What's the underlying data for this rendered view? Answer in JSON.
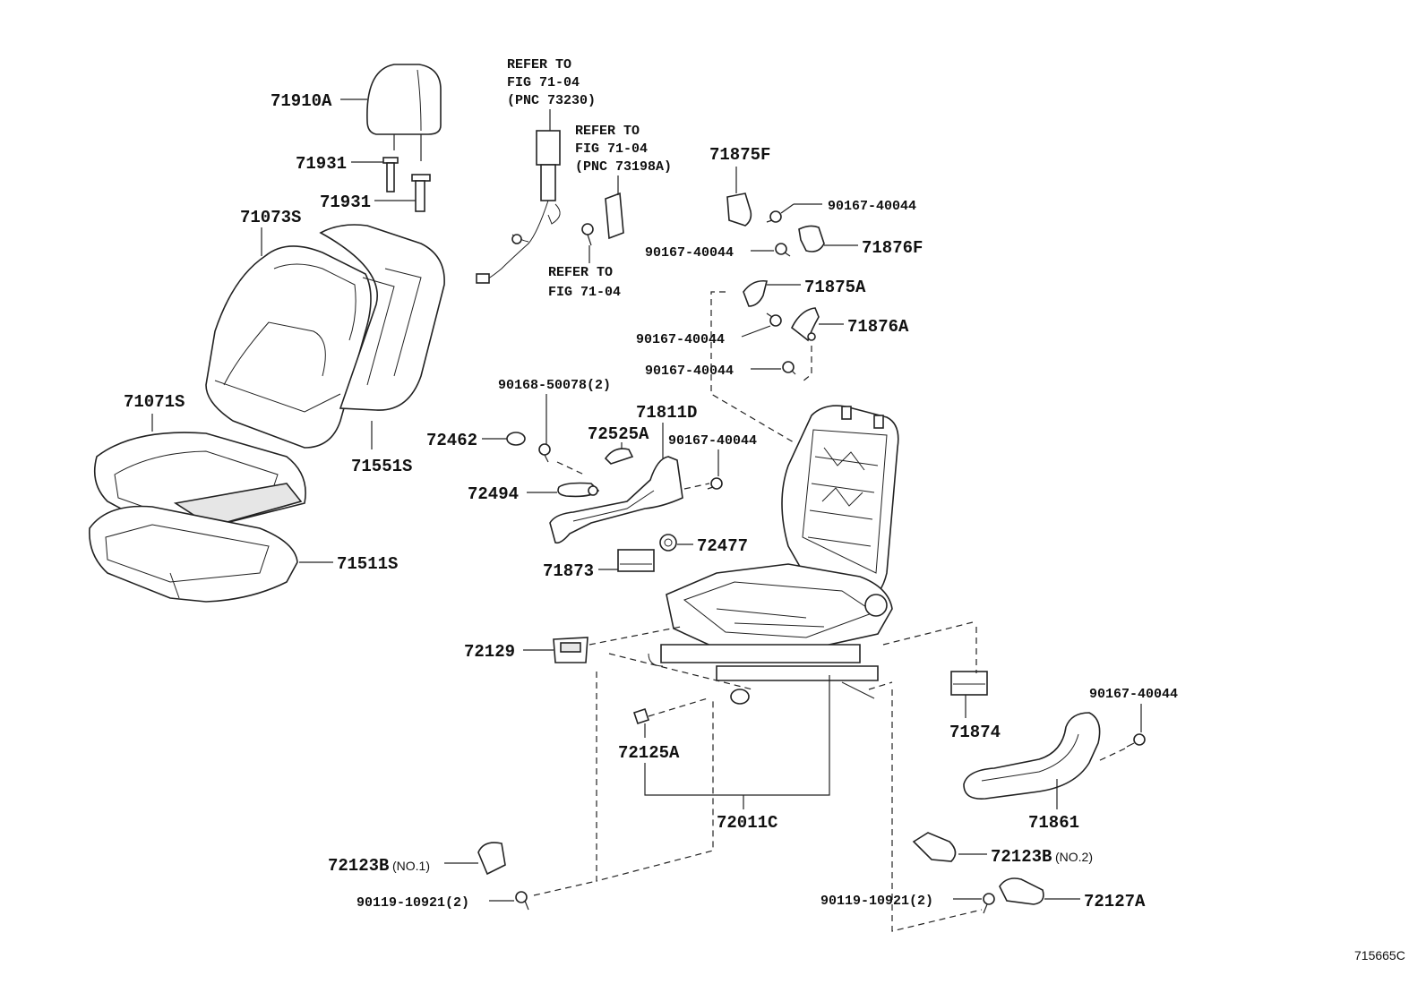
{
  "refs": {
    "ref1": [
      "REFER TO",
      "FIG 71-04",
      "(PNC 73230)"
    ],
    "ref2": [
      "REFER TO",
      "FIG 71-04",
      "(PNC 73198A)"
    ],
    "ref3": [
      "REFER TO",
      "FIG 71-04"
    ]
  },
  "labels": {
    "p71910A": "71910A",
    "p71931a": "71931",
    "p71931b": "71931",
    "p71073S": "71073S",
    "p71071S": "71071S",
    "p71551S": "71551S",
    "p71511S": "71511S",
    "p71875F": "71875F",
    "p90167_1": "90167-40044",
    "p90167_2": "90167-40044",
    "p71876F": "71876F",
    "p71875A": "71875A",
    "p90167_3": "90167-40044",
    "p71876A": "71876A",
    "p90167_4": "90167-40044",
    "p90168": "90168-50078(2)",
    "p71811D": "71811D",
    "p72462": "72462",
    "p72525A": "72525A",
    "p90167_5": "90167-40044",
    "p72494": "72494",
    "p72477": "72477",
    "p71873": "71873",
    "p72129": "72129",
    "p71874": "71874",
    "p90167_6": "90167-40044",
    "p72125A": "72125A",
    "p71861": "71861",
    "p72011C": "72011C",
    "p72123B1": "72123B",
    "p72123B1_note": "(NO.1)",
    "p72123B2": "72123B",
    "p72123B2_note": "(NO.2)",
    "p90119_1": "90119-10921(2)",
    "p90119_2": "90119-10921(2)",
    "p72127A": "72127A"
  },
  "figure_id": "715665C"
}
